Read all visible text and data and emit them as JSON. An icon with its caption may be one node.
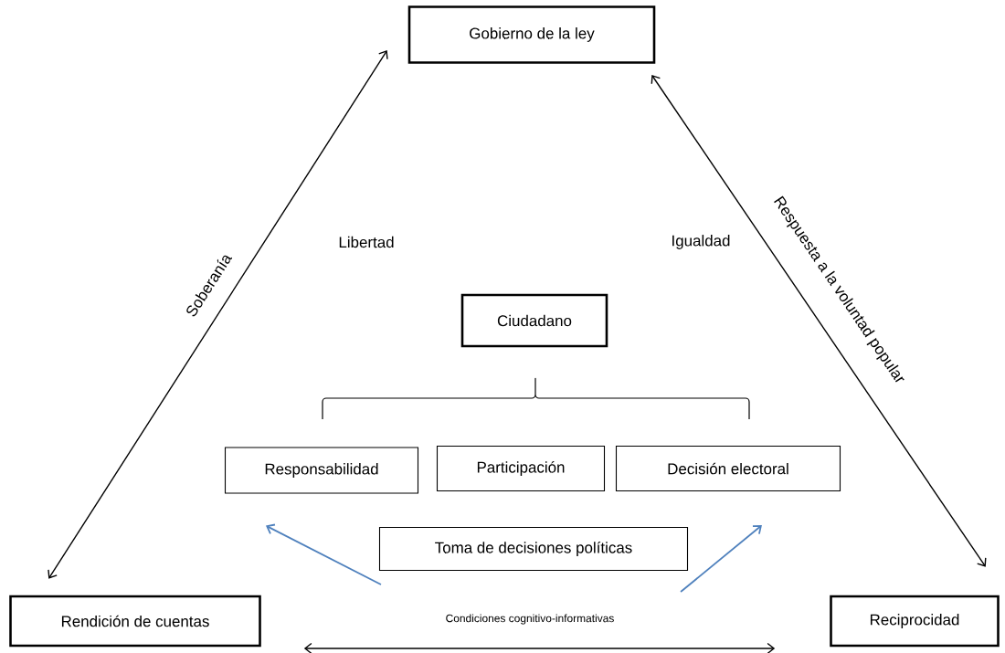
{
  "diagram": {
    "nodes": [
      {
        "text": [
          "Gobierno de la ley"
        ]
      },
      {
        "text": [
          "Ciudadano"
        ]
      },
      {
        "text": [
          "Responsabilidad"
        ]
      },
      {
        "text": [
          "Participación"
        ]
      },
      {
        "text": [
          "Decisión electoral"
        ]
      },
      {
        "text": [
          "Toma de decisiones políticas"
        ]
      },
      {
        "text": [
          "Rendición de cuentas"
        ]
      },
      {
        "text": [
          "Reciprocidad"
        ]
      }
    ],
    "edges": [
      {
        "from": 6,
        "to": 0,
        "arrow": "both",
        "label": "Soberanía"
      },
      {
        "from": 0,
        "to": 7,
        "arrow": "both",
        "label": "Respuesta a la voluntad popular"
      },
      {
        "from": 5,
        "to": 2,
        "arrow": "to",
        "color": "#4f81bd"
      },
      {
        "from": 5,
        "to": 4,
        "arrow": "to",
        "color": "#4f81bd"
      },
      {
        "from": 6,
        "to": 7,
        "arrow": "both",
        "label": "Condiciones cognitivo-informativas"
      }
    ],
    "labels": [
      "Libertad",
      "Igualdad"
    ]
  }
}
